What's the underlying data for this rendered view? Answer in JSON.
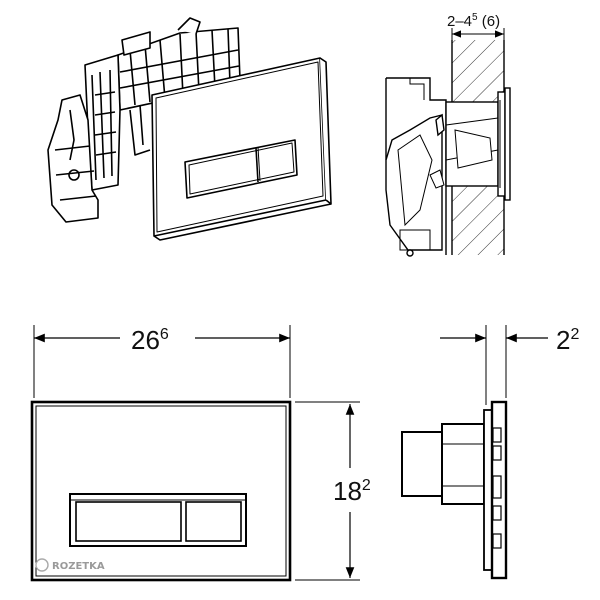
{
  "dimensions": {
    "wall_offset": {
      "base": "2–4",
      "sup": "5",
      "suffix": " (6)"
    },
    "width": {
      "base": "26",
      "sup": "6"
    },
    "height": {
      "base": "18",
      "sup": "2"
    },
    "depth": {
      "base": "2",
      "sup": "2"
    }
  },
  "watermark": "ROZETKA"
}
